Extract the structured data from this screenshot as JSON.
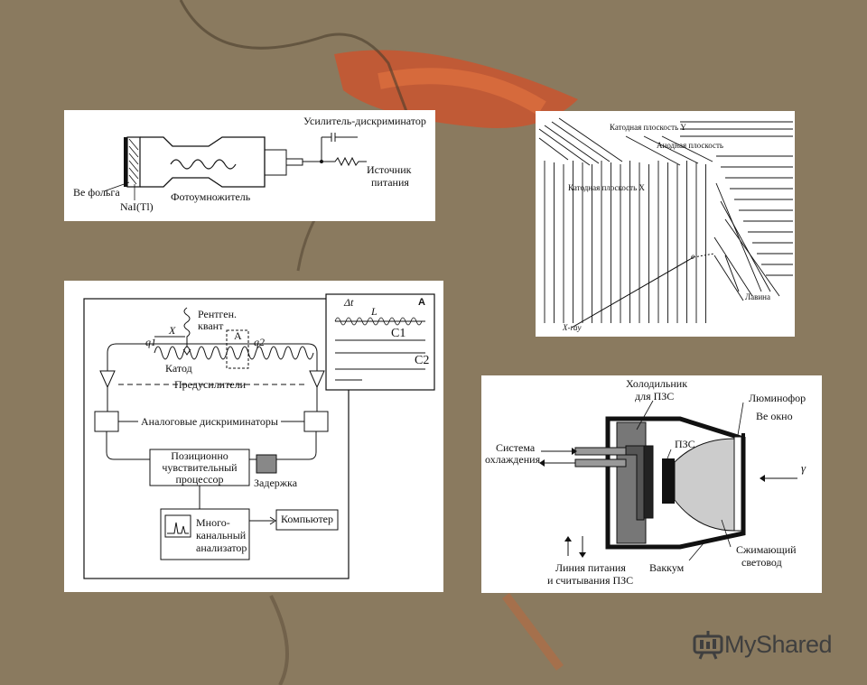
{
  "colors": {
    "background": "#8f7f63",
    "ink": "#111111",
    "accent": "#d4532e"
  },
  "scintillator": {
    "amp": "Усилитель-дискриминатор",
    "foil": "Be фольга",
    "crystal": "NaI(Tl)",
    "pmt": "Фотоумножитель",
    "psu1": "Источник",
    "psu2": "питания"
  },
  "mwpc": {
    "cathode_y": "Катодная плоскость Y",
    "anode": "Анодная плоскость",
    "cathode_x": "Катодная плоскость X",
    "electron": "e",
    "avalanche": "Лавина",
    "xray": "X-ray"
  },
  "psd": {
    "xray1": "Рентген.",
    "xray2": "квант",
    "x": "X",
    "q1": "q1",
    "q2": "q2",
    "a": "A",
    "cathode": "Катод",
    "preamps": "Предусилители",
    "discriminators": "Аналоговые дискриминаторы",
    "proc1": "Позиционно",
    "proc2": "чувствительный",
    "proc3": "процессор",
    "delay": "Задержка",
    "mca1": "Много-",
    "mca2": "канальный",
    "mca3": "анализатор",
    "computer": "Компьютер",
    "inset_a": "A",
    "dt": "Δt",
    "l": "L",
    "c1": "C1",
    "c2": "C2"
  },
  "ccd": {
    "cooler1": "Холодильник",
    "cooler2": "для ПЗС",
    "phosphor": "Люминофор",
    "bewin": "Be окно",
    "cool1": "Система",
    "cool2": "охлаждения",
    "ccd": "ПЗС",
    "gamma": "γ",
    "power1": "Линия питания",
    "power2": "и считывания ПЗС",
    "vacuum": "Ваккум",
    "taper1": "Сжимающий",
    "taper2": "световод"
  },
  "logo": {
    "text": "MyShared"
  }
}
